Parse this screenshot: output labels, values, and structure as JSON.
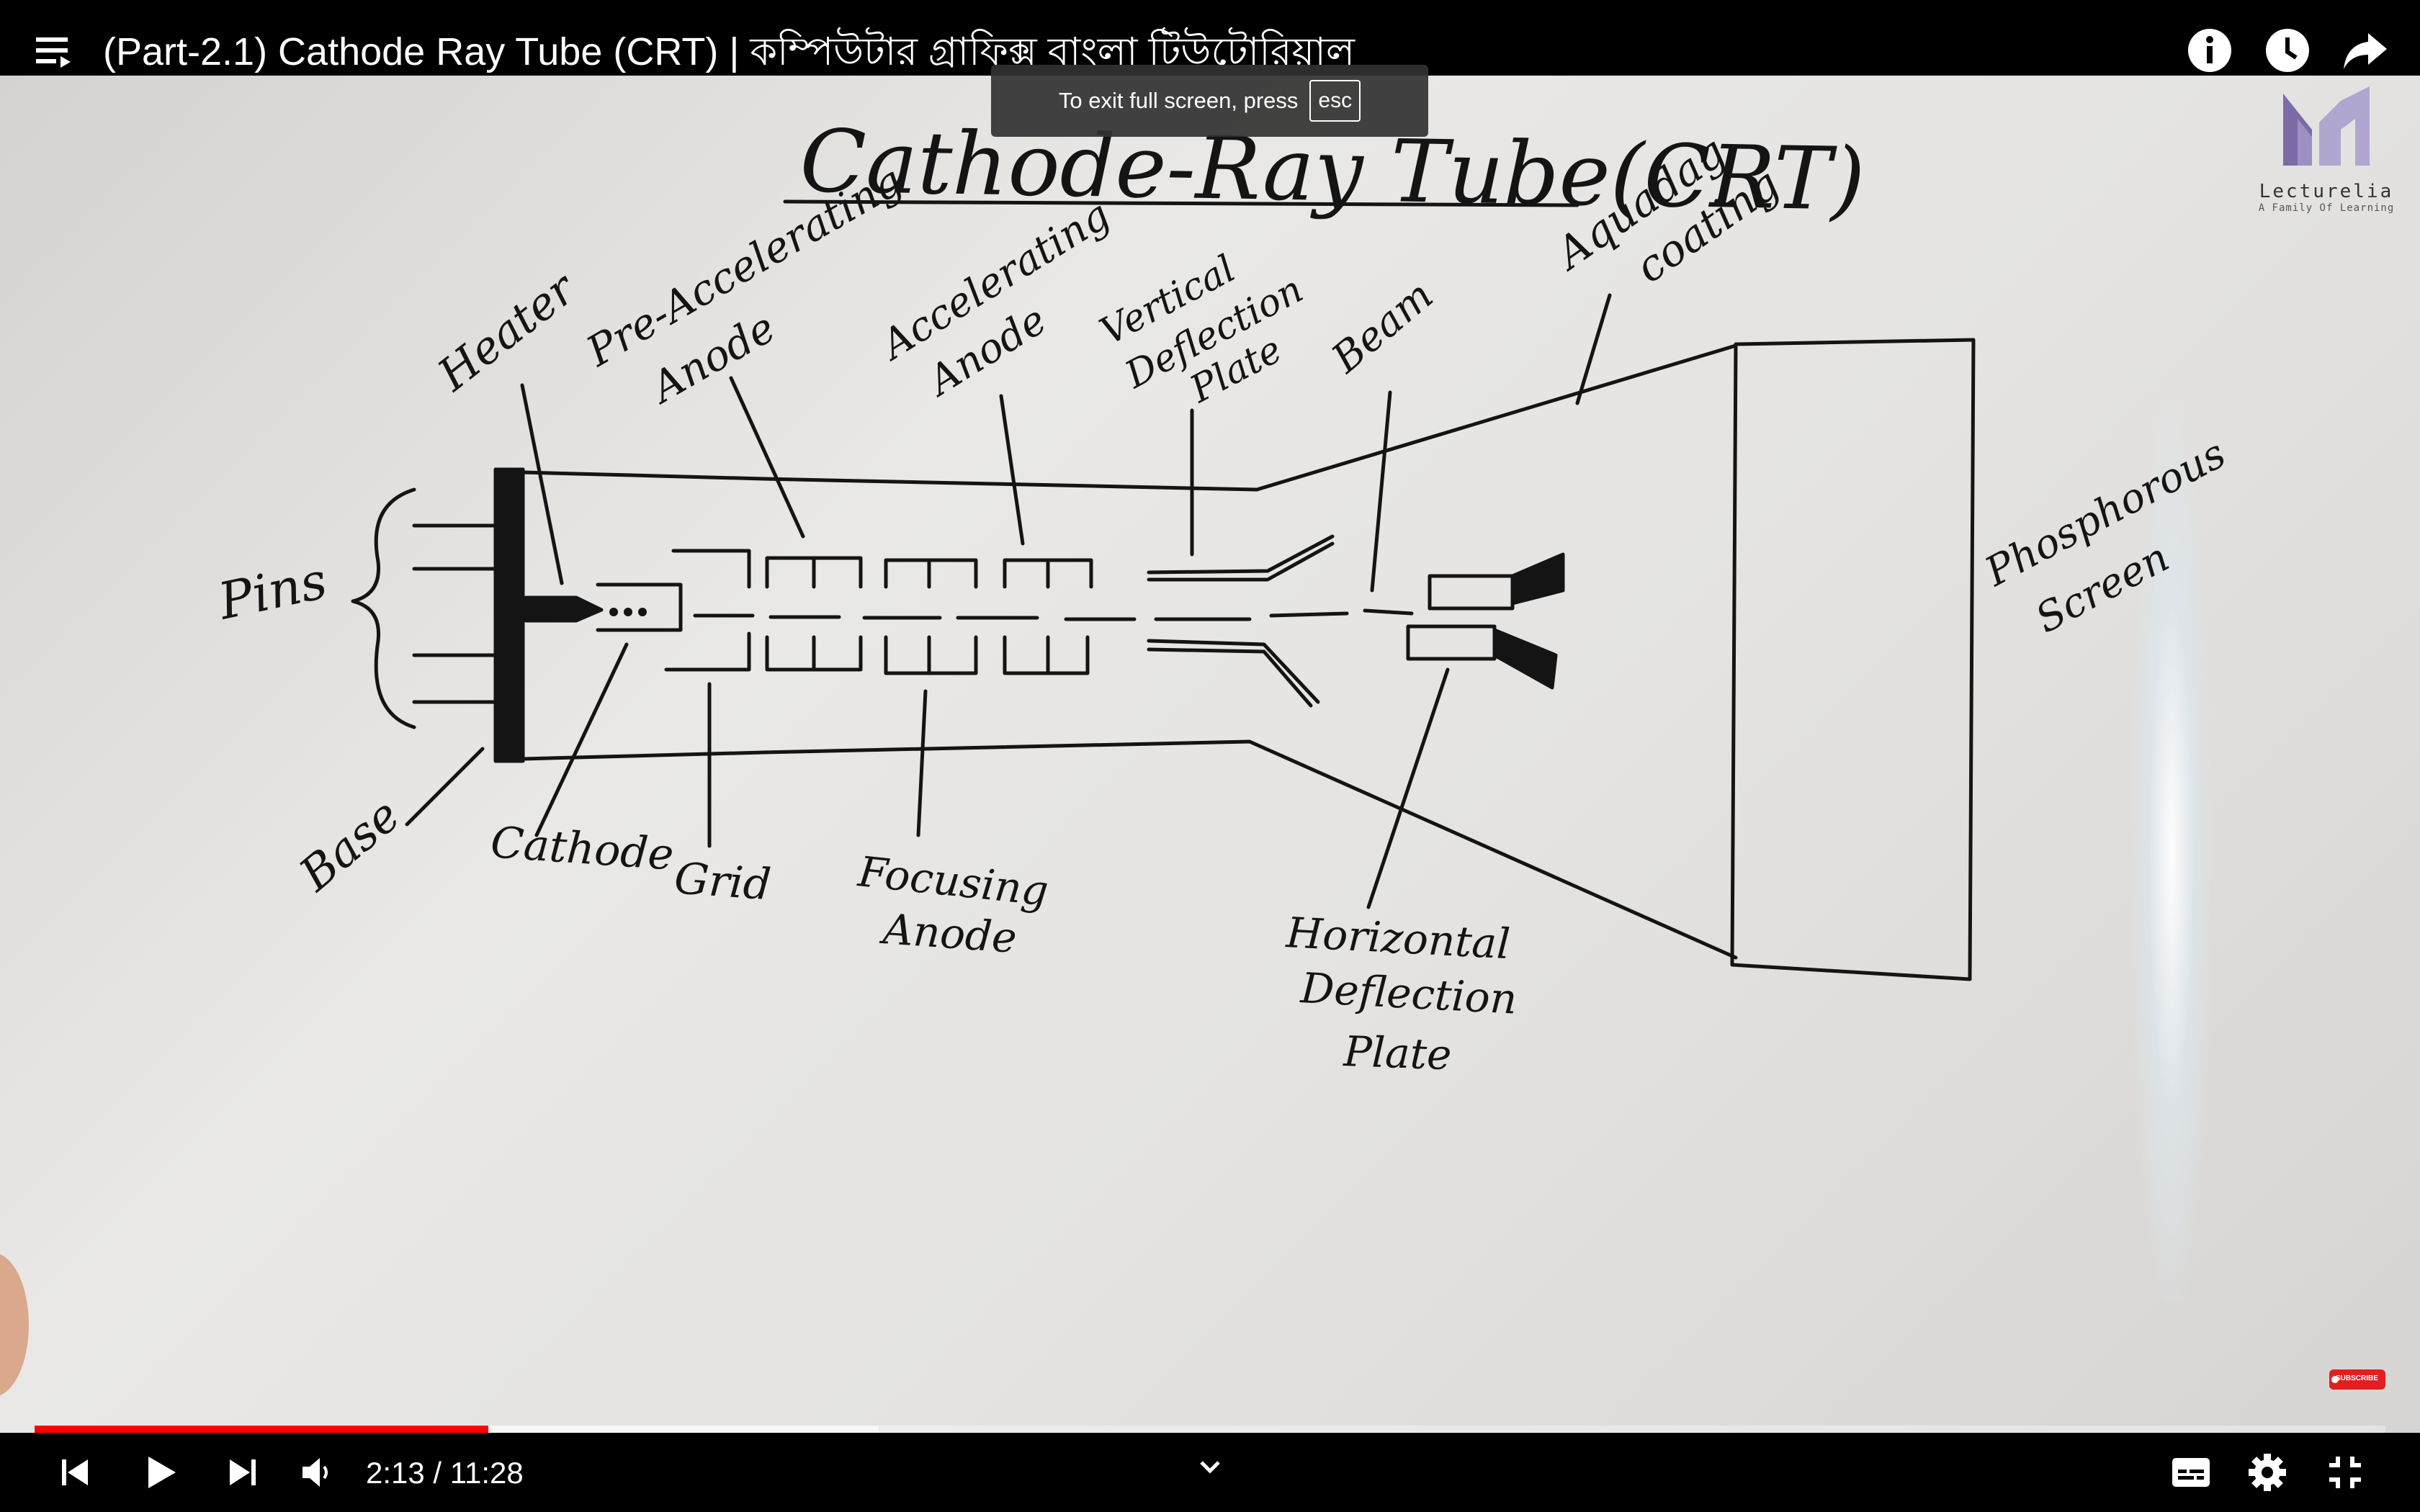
{
  "player": {
    "title": "(Part-2.1) Cathode Ray Tube (CRT) | কম্পিউটার গ্রাফিক্স বাংলা টিউটোরিয়াল",
    "fullscreen_hint": "To exit full screen, press",
    "fullscreen_key": "esc",
    "time": "2:13 / 11:28",
    "played_fraction": 0.193,
    "buffered_fraction": 0.166,
    "accent_color": "#ff0000",
    "icons": [
      "playlist-icon",
      "info-icon",
      "watch-later-icon",
      "share-icon",
      "previous-icon",
      "play-icon",
      "next-icon",
      "volume-icon",
      "chevron-down-icon",
      "subtitles-icon",
      "settings-icon",
      "exit-fullscreen-icon"
    ]
  },
  "channel": {
    "name": "Lecturelia",
    "tagline": "A Family Of Learning",
    "subscribe": "SUBSCRIBE"
  },
  "whiteboard": {
    "heading": "Cathode-Ray Tube(CRT)",
    "labels": {
      "pins": "Pins",
      "heater": "Heater",
      "pre_accelerating": [
        "Pre-Accelerating",
        "Anode"
      ],
      "accelerating": [
        "Accelerating",
        "Anode"
      ],
      "vertical": [
        "Vertical",
        "Deflection",
        "Plate"
      ],
      "beam": "Beam",
      "aquadag": [
        "Aquadag",
        "coating"
      ],
      "phosphorous": [
        "Phosphorous",
        "Screen"
      ],
      "base": "Base",
      "cathode": "Cathode",
      "grid": "Grid",
      "focusing": [
        "Focusing",
        "Anode"
      ],
      "horizontal": [
        "Horizontal",
        "Deflection",
        "Plate"
      ]
    }
  }
}
